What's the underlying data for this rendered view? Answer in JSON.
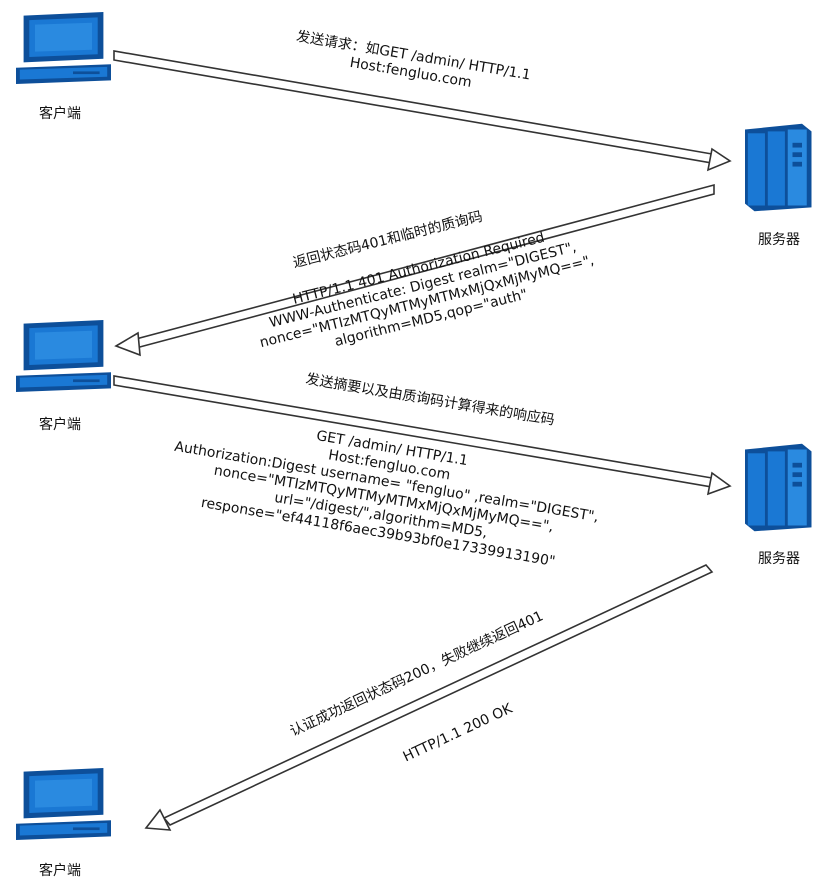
{
  "nodes": {
    "client1": "客户端",
    "server1": "服务器",
    "client2": "客户端",
    "server2": "服务器",
    "client3": "客户端"
  },
  "messages": {
    "m1": {
      "title": "发送请求：如GET /admin/ HTTP/1.1",
      "line2": "Host:fengluo.com"
    },
    "m2": {
      "title": "返回状态码401和临时的质询码",
      "lines": [
        "HTTP/1.1 401 Authorization Required",
        "WWW-Authenticate: Digest realm=\"DIGEST\",",
        "nonce=\"MTIzMTQyMTMyMTMxMjQxMjMyMQ==\",",
        "algorithm=MD5,qop=\"auth\""
      ]
    },
    "m3": {
      "title": "发送摘要以及由质询码计算得来的响应码",
      "lines": [
        "GET /admin/ HTTP/1.1",
        "Host:fengluo.com",
        "Authorization:Digest username=   \"fengluo\" ,realm=\"DIGEST\",",
        "nonce=\"MTIzMTQyMTMyMTMxMjQxMjMyMQ==\",",
        "url=\"/digest/\",algorithm=MD5,",
        "response=\"ef44118f6aec39b93bf0e17339913190\""
      ]
    },
    "m4": {
      "title": "认证成功返回状态码200，失败继续返回401",
      "line2": "HTTP/1.1 200 OK"
    }
  },
  "icons": {
    "client": "desktop-computer-icon",
    "server": "server-tower-icon"
  },
  "colors": {
    "icon_blue": "#1a78d4",
    "icon_dark": "#0d4f9a",
    "arrow_stroke": "#333333"
  }
}
